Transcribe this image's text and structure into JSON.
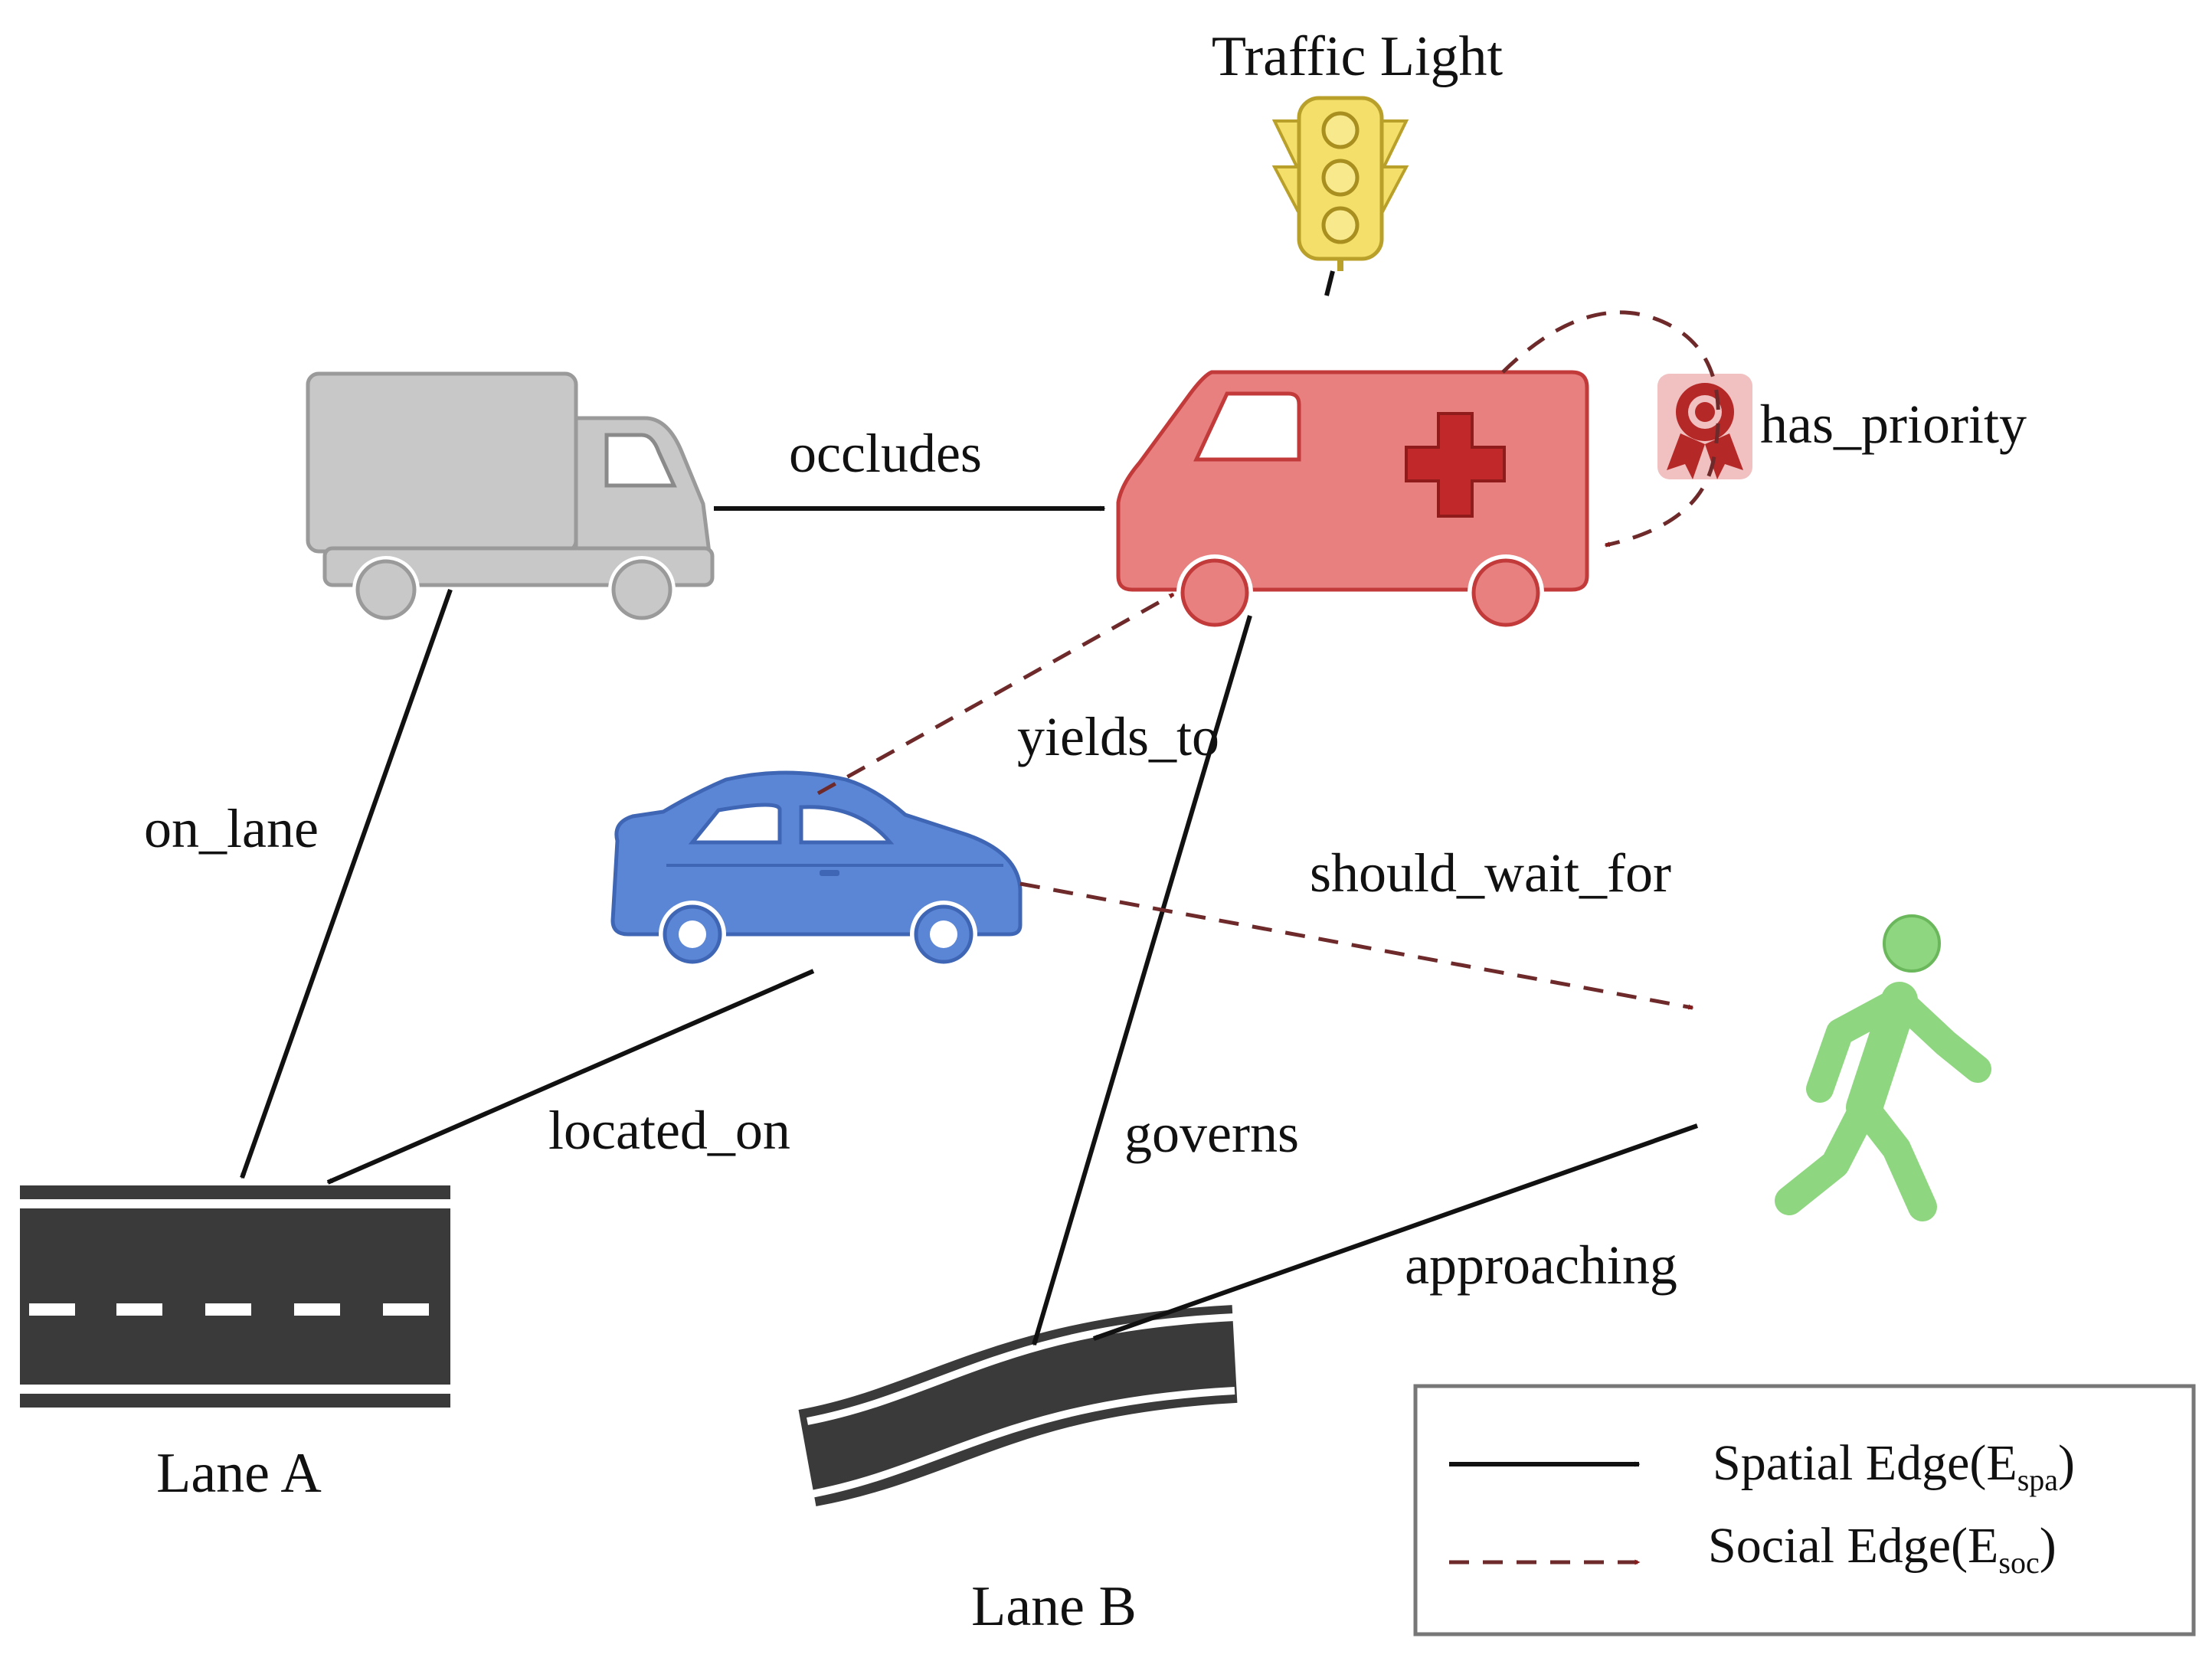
{
  "nodes": {
    "traffic_light": "Traffic Light",
    "lane_a": "Lane A",
    "lane_b": "Lane B"
  },
  "edge_labels": {
    "occludes": "occludes",
    "has_priority": "has_priority",
    "yields_to": "yields_to",
    "on_lane": "on_lane",
    "should_wait_for": "should_wait_for",
    "located_on": "located_on",
    "governs": "governs",
    "approaching": "approaching"
  },
  "legend": {
    "spatial_prefix": "Spatial Edge(E",
    "spatial_sub": "spa",
    "social_prefix": "Social Edge(E",
    "social_sub": "soc",
    "close_paren": ")"
  },
  "colors": {
    "spatial_edge": "#111111",
    "social_edge": "#8b1a1a",
    "truck": "#c8c8c8",
    "ambulance": "#e88080",
    "ambulance_cross": "#c0282a",
    "car": "#5b86d6",
    "pedestrian": "#8fd680",
    "traffic_light": "#f3df69",
    "road": "#3a3a3a"
  }
}
